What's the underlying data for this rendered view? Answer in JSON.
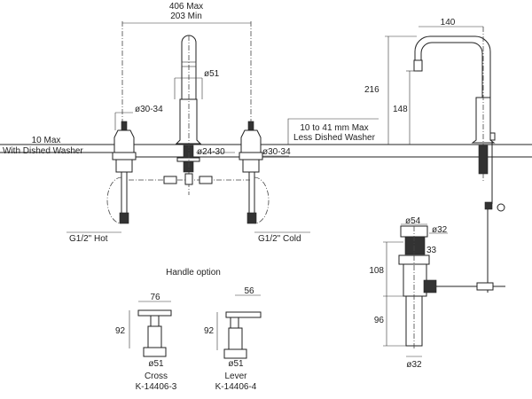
{
  "top_dims": {
    "max": "406 Max",
    "min": "203 Min"
  },
  "spout_dia": "ø51",
  "valve_dia_left": "ø30-34",
  "valve_dia_right": "ø30-34",
  "spout_shank_dia": "ø24-30",
  "deck_left": {
    "line1": "10 Max",
    "line2": "With Dished Washer"
  },
  "deck_right": {
    "line1": "10 to 41 mm Max",
    "line2": "Less Dished Washer"
  },
  "hot_label": "G1/2\" Hot",
  "cold_label": "G1/2\" Cold",
  "side_view": {
    "reach": "140",
    "height": "216",
    "outlet_height": "148"
  },
  "drain": {
    "flange_dia": "ø54",
    "top_dia": "ø32",
    "thread": "33",
    "upper_len": "108",
    "lower_len": "96",
    "tail_dia": "ø32"
  },
  "handle_option": {
    "title": "Handle option",
    "cross": {
      "width": "76",
      "height": "92",
      "dia": "ø51",
      "name": "Cross",
      "code": "K-14406-3"
    },
    "lever": {
      "width": "56",
      "height": "92",
      "dia": "ø51",
      "name": "Lever",
      "code": "K-14406-4"
    }
  }
}
